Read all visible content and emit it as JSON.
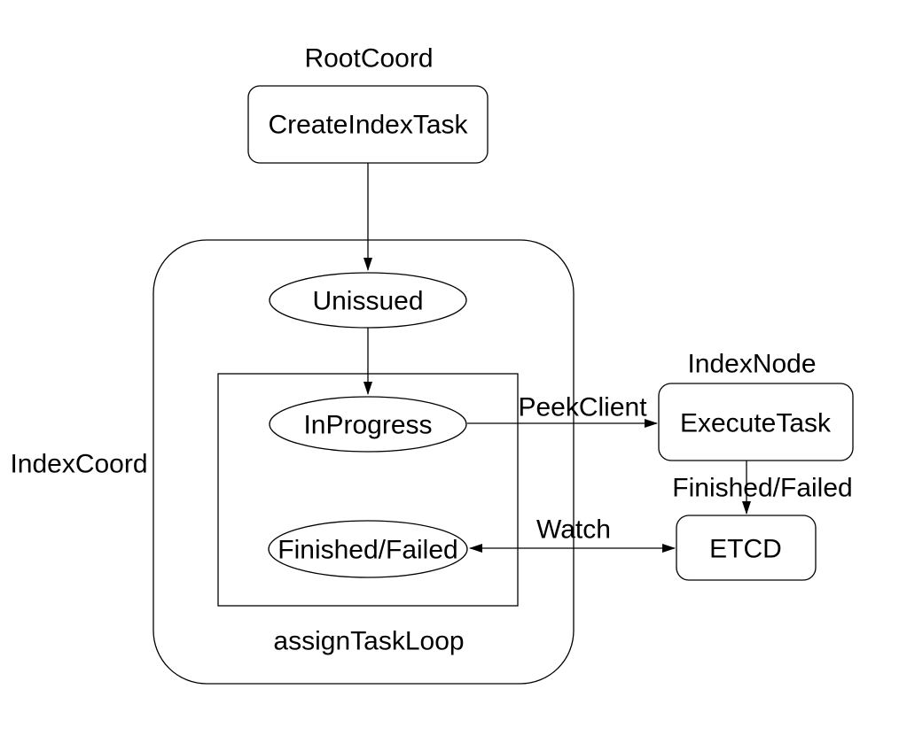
{
  "diagram": {
    "background_color": "#ffffff",
    "stroke_color": "#000000",
    "text_color": "#000000",
    "group_labels": {
      "root_coord": "RootCoord",
      "index_node": "IndexNode",
      "index_coord": "IndexCoord",
      "assign_task_loop": "assignTaskLoop"
    },
    "nodes": {
      "create_index_task": "CreateIndexTask",
      "unissued": "Unissued",
      "in_progress": "InProgress",
      "finished_failed": "Finished/Failed",
      "execute_task": "ExecuteTask",
      "etcd": "ETCD"
    },
    "edge_labels": {
      "peek_client": "PeekClient",
      "finished_failed": "Finished/Failed",
      "watch": "Watch"
    }
  }
}
